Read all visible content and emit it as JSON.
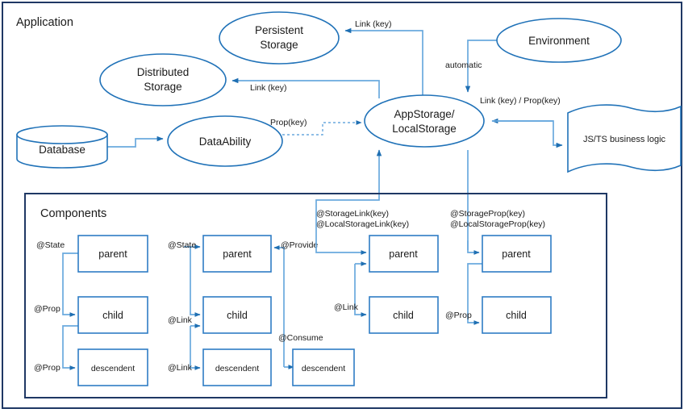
{
  "diagram": {
    "title": "Application",
    "outer_frame_label": "Application",
    "components_frame_label": "Components",
    "colors": {
      "shape_stroke": "#2072B8",
      "box_stroke": "#2E7CC4",
      "frame_stroke": "#1F3864",
      "connector": "#6AA9DE",
      "arrowhead": "#1F6FB2",
      "text": "#1a1a1a",
      "background": "#ffffff"
    }
  },
  "nodes": {
    "persistent_storage": {
      "label_line1": "Persistent",
      "label_line2": "Storage",
      "shape": "ellipse"
    },
    "distributed_storage": {
      "label_line1": "Distributed",
      "label_line2": "Storage",
      "shape": "ellipse"
    },
    "database": {
      "label": "Database",
      "shape": "cylinder"
    },
    "data_ability": {
      "label": "DataAbility",
      "shape": "ellipse"
    },
    "app_storage": {
      "label_line1": "AppStorage/",
      "label_line2": "LocalStorage",
      "shape": "ellipse"
    },
    "environment": {
      "label": "Environment",
      "shape": "ellipse"
    },
    "business_logic": {
      "label": "JS/TS business logic",
      "shape": "wave-document"
    }
  },
  "edge_labels": {
    "persistent_link_key": "Link (key)",
    "distributed_link_key": "Link (key)",
    "data_ability_prop_key": "Prop(key)",
    "environment_automatic": "automatic",
    "business_logic_link_prop": "Link (key) / Prop(key)",
    "storage_link_group_line1": "@StorageLink(key)",
    "storage_link_group_line2": "@LocalStorageLink(key)",
    "storage_prop_group_line1": "@StorageProp(key)",
    "storage_prop_group_line2": "@LocalStorageProp(key)"
  },
  "components": {
    "title": "Components",
    "columns": [
      {
        "id": "column-state-prop",
        "boxes": [
          {
            "label": "parent",
            "size": "normal"
          },
          {
            "label": "child",
            "size": "normal"
          },
          {
            "label": "descendent",
            "size": "small"
          }
        ],
        "decorators": [
          {
            "label": "@State"
          },
          {
            "label": "@Prop"
          },
          {
            "label": "@Prop"
          }
        ]
      },
      {
        "id": "column-state-link-provide-consume",
        "boxes": [
          {
            "label": "parent",
            "size": "normal"
          },
          {
            "label": "child",
            "size": "normal"
          },
          {
            "label": "descendent",
            "size": "small"
          }
        ],
        "decorators": [
          {
            "label": "@State"
          },
          {
            "label": "@Link"
          },
          {
            "label": "@Link"
          },
          {
            "label": "@Provide"
          },
          {
            "label": "@Consume"
          }
        ],
        "extra_boxes": [
          {
            "label": "descendent",
            "size": "small"
          }
        ]
      },
      {
        "id": "column-storage-link",
        "boxes": [
          {
            "label": "parent",
            "size": "normal"
          },
          {
            "label": "child",
            "size": "normal"
          }
        ],
        "decorators": [
          {
            "label": "@Link"
          }
        ]
      },
      {
        "id": "column-storage-prop",
        "boxes": [
          {
            "label": "parent",
            "size": "normal"
          },
          {
            "label": "child",
            "size": "normal"
          }
        ],
        "decorators": [
          {
            "label": "@Prop"
          }
        ]
      }
    ]
  }
}
